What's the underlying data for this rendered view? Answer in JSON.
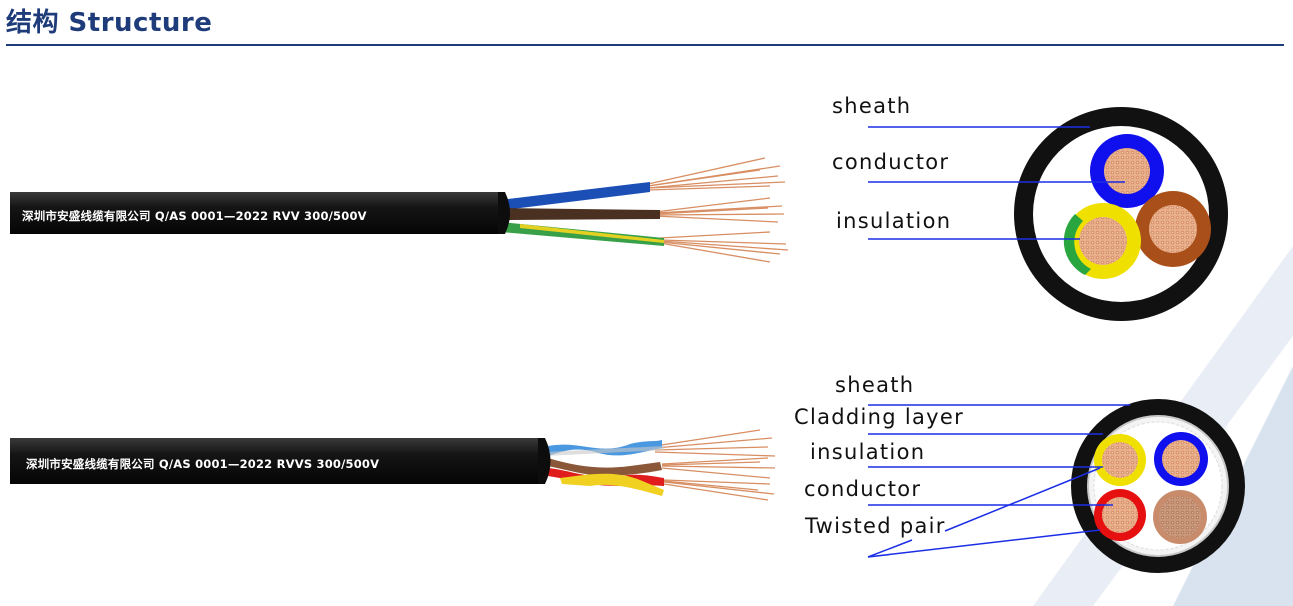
{
  "header": {
    "title": "结构  Structure"
  },
  "cable1": {
    "print": "深圳市安盛线缆有限公司 Q/AS 0001—2022 RVV  300/500V",
    "labels": {
      "sheath": "sheath",
      "conductor": "conductor",
      "insulation": "insulation"
    }
  },
  "cable2": {
    "print": "深圳市安盛线缆有限公司 Q/AS 0001—2022 RVVS  300/500V",
    "labels": {
      "sheath": "sheath",
      "cladding": "Cladding layer",
      "insulation": "insulation",
      "conductor": "conductor",
      "twisted": "Twisted pair"
    }
  },
  "colors": {
    "accent": "#1f3c7a",
    "leader": "#1a2ee6",
    "sheath": "#111111",
    "blue": "#1010ee",
    "brown": "#a9501a",
    "yellow": "#f0e000",
    "green": "#2aa640",
    "red": "#e61010",
    "copper": "#e2a07c"
  },
  "icons": {
    "cable1": "rvv-cable-photo",
    "cable2": "rvvs-cable-photo",
    "cross1": "rvv-cross-section",
    "cross2": "rvvs-cross-section"
  }
}
